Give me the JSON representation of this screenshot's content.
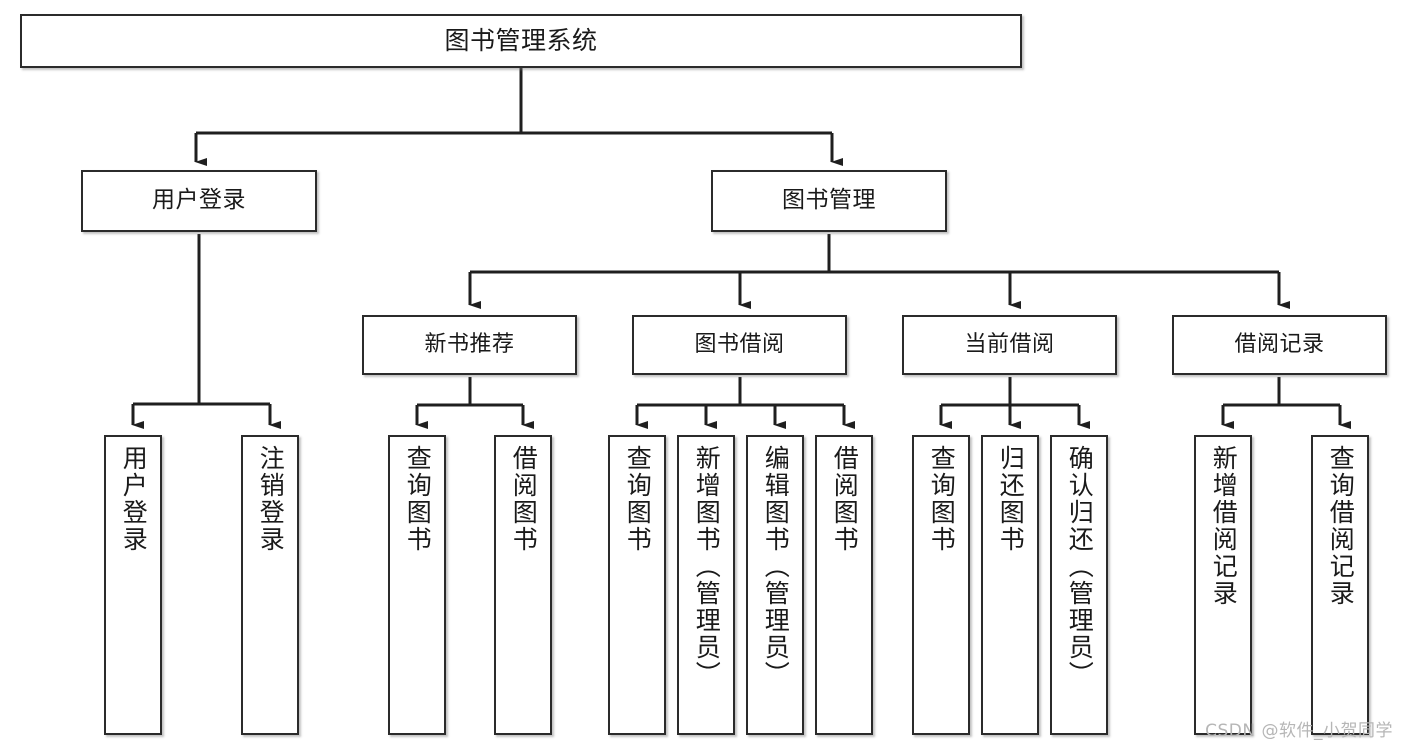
{
  "diagram": {
    "type": "tree-hierarchy",
    "title": "图书管理系统",
    "root": {
      "label": "图书管理系统"
    },
    "level2": [
      {
        "label": "用户登录"
      },
      {
        "label": "图书管理"
      }
    ],
    "level3": [
      {
        "label": "新书推荐"
      },
      {
        "label": "图书借阅"
      },
      {
        "label": "当前借阅"
      },
      {
        "label": "借阅记录"
      }
    ],
    "leaves": {
      "user_login": [
        {
          "label": "用户登录"
        },
        {
          "label": "注销登录"
        }
      ],
      "new_book_recommend": [
        {
          "label": "查询图书"
        },
        {
          "label": "借阅图书"
        }
      ],
      "book_borrow": [
        {
          "label": "查询图书"
        },
        {
          "label": "新增图书（管理员）"
        },
        {
          "label": "编辑图书（管理员）"
        },
        {
          "label": "借阅图书"
        }
      ],
      "current_borrow": [
        {
          "label": "查询图书"
        },
        {
          "label": "归还图书"
        },
        {
          "label": "确认归还（管理员）"
        }
      ],
      "borrow_record": [
        {
          "label": "新增借阅记录"
        },
        {
          "label": "查询借阅记录"
        }
      ]
    },
    "colors": {
      "box_border": "#2b2b2b",
      "box_fill": "#ffffff",
      "line": "#1f1f1f",
      "text": "#1a1a1a",
      "watermark": "#b6b6b6"
    }
  },
  "watermark": {
    "text": "CSDN @软件_小贺同学"
  }
}
